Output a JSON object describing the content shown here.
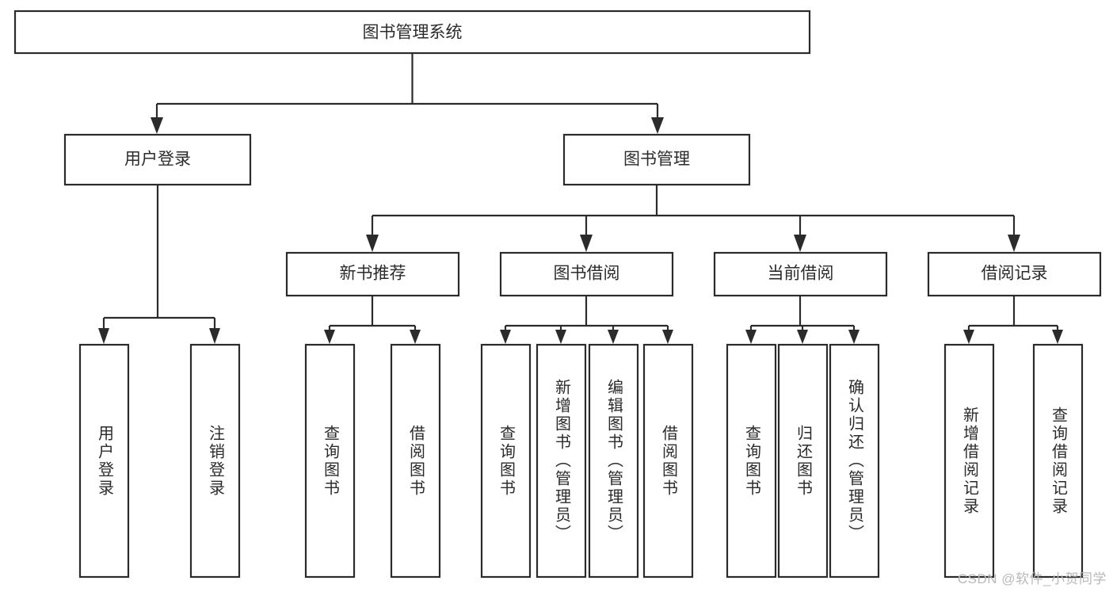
{
  "diagram": {
    "title": "图书管理系统",
    "type": "tree-hierarchy",
    "orientation": "top-down",
    "colors": {
      "box_stroke": "#2b2b2b",
      "box_fill": "#ffffff",
      "connector": "#2b2b2b",
      "watermark": "#b9b9b9",
      "background": "#ffffff"
    },
    "root": {
      "label": "图书管理系统"
    },
    "level2": [
      {
        "id": "user-login",
        "label": "用户登录"
      },
      {
        "id": "book-management",
        "label": "图书管理"
      }
    ],
    "level3": [
      {
        "id": "new-book-recommend",
        "label": "新书推荐",
        "parent": "book-management"
      },
      {
        "id": "book-borrow",
        "label": "图书借阅",
        "parent": "book-management"
      },
      {
        "id": "current-borrow",
        "label": "当前借阅",
        "parent": "book-management"
      },
      {
        "id": "borrow-record",
        "label": "借阅记录",
        "parent": "book-management"
      }
    ],
    "leaves": {
      "user-login": [
        {
          "id": "leaf-user-login",
          "label": "用户登录"
        },
        {
          "id": "leaf-logout-login",
          "label": "注销登录"
        }
      ],
      "new-book-recommend": [
        {
          "id": "leaf-query-book-1",
          "label": "查询图书"
        },
        {
          "id": "leaf-borrow-book-1",
          "label": "借阅图书"
        }
      ],
      "book-borrow": [
        {
          "id": "leaf-query-book-2",
          "label": "查询图书"
        },
        {
          "id": "leaf-add-book",
          "label": "新增图书（管理员）"
        },
        {
          "id": "leaf-edit-book",
          "label": "编辑图书（管理员）"
        },
        {
          "id": "leaf-borrow-book-2",
          "label": "借阅图书"
        }
      ],
      "current-borrow": [
        {
          "id": "leaf-query-book-3",
          "label": "查询图书"
        },
        {
          "id": "leaf-return-book",
          "label": "归还图书"
        },
        {
          "id": "leaf-confirm-return",
          "label": "确认归还（管理员）"
        }
      ],
      "borrow-record": [
        {
          "id": "leaf-add-record",
          "label": "新增借阅记录"
        },
        {
          "id": "leaf-query-record",
          "label": "查询借阅记录"
        }
      ]
    }
  },
  "watermark": {
    "text": "CSDN @软件_小贺同学"
  }
}
